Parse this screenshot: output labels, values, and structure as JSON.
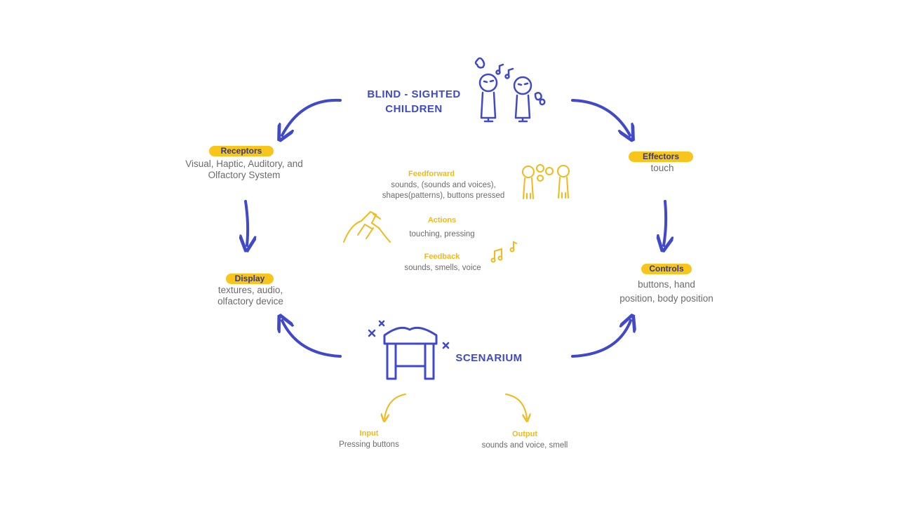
{
  "colors": {
    "blue": "#3f49c9",
    "yellow": "#f7c51c",
    "text": "#6b6b6b"
  },
  "top_title": [
    "BLIND - SIGHTED",
    "CHILDREN"
  ],
  "bottom_title": "SCENARIUM",
  "receptors": {
    "label": "Receptors",
    "text": [
      "Visual, Haptic, Auditory, and",
      "Olfactory System"
    ]
  },
  "effectors": {
    "label": "Effectors",
    "text": "touch"
  },
  "display": {
    "label": "Display",
    "text": [
      "textures, audio,",
      "olfactory device"
    ]
  },
  "controls": {
    "label": "Controls",
    "text": [
      "buttons, hand",
      "position, body position"
    ]
  },
  "feedforward": {
    "label": "Feedforward",
    "text": [
      "sounds, (sounds and voices),",
      "shapes(patterns), buttons pressed"
    ]
  },
  "actions": {
    "label": "Actions",
    "text": "touching, pressing"
  },
  "feedback": {
    "label": "Feedback",
    "text": "sounds, smells, voice"
  },
  "input": {
    "label": "Input",
    "text": "Pressing buttons"
  },
  "output": {
    "label": "Output",
    "text": "sounds and voice, smell"
  },
  "icons": [
    "two-children-icon",
    "children-talking-icon",
    "hands-touching-icon",
    "music-notes-icon",
    "furniture-box-icon",
    "sparkle-icon"
  ]
}
